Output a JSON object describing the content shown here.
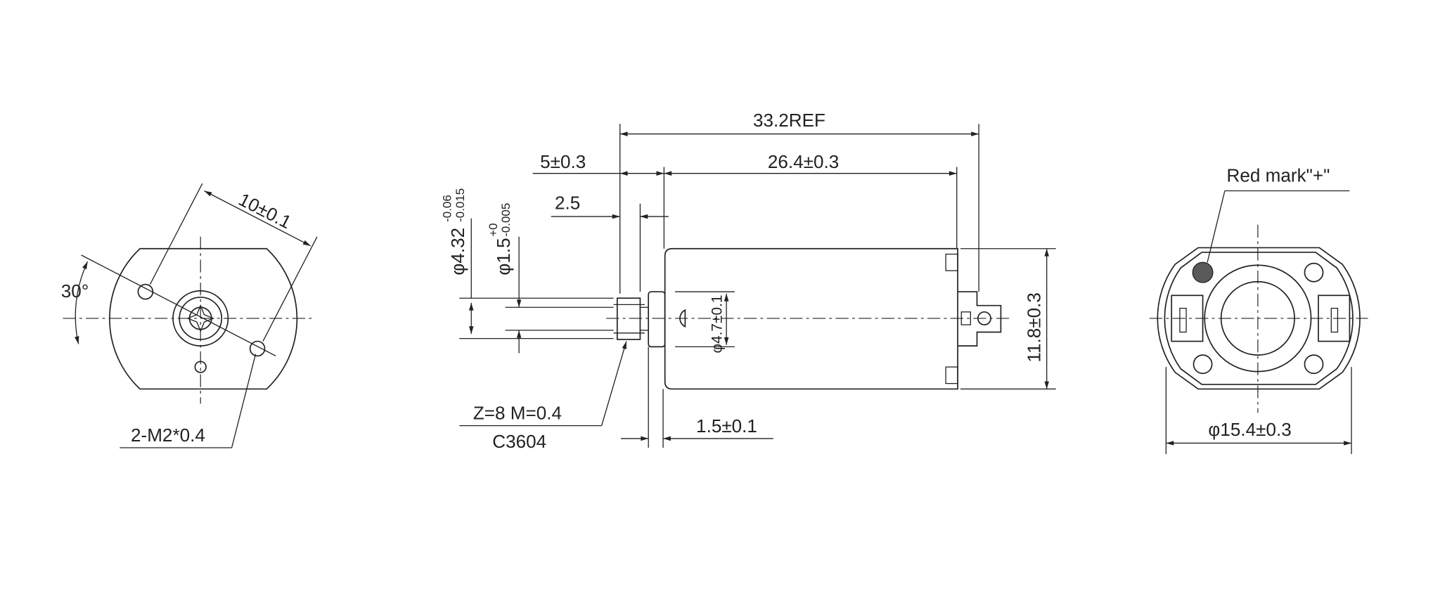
{
  "front_view": {
    "angle": "30°",
    "hole_spacing": "10±0.1",
    "holes": "2-M2*0.4"
  },
  "side_view": {
    "total_length": "33.2REF",
    "shaft_length": "5±0.3",
    "body_length": "26.4±0.3",
    "gear_offset": "2.5",
    "gear_diameter": "φ4.32",
    "gear_diameter_tol_upper": "-0.06",
    "gear_diameter_tol_lower": "-0.015",
    "shaft_diameter": "φ1.5",
    "shaft_diameter_tol_upper": "+0",
    "shaft_diameter_tol_lower": "-0.005",
    "boss_diameter": "φ4.7±0.1",
    "body_height": "11.8±0.3",
    "flange_thickness": "1.5±0.1",
    "gear_spec": "Z=8 M=0.4",
    "gear_material": "C3604"
  },
  "rear_view": {
    "red_mark": "Red mark\"+\"",
    "diameter": "φ15.4±0.3",
    "red_mark_color": "#5a5a5a"
  }
}
